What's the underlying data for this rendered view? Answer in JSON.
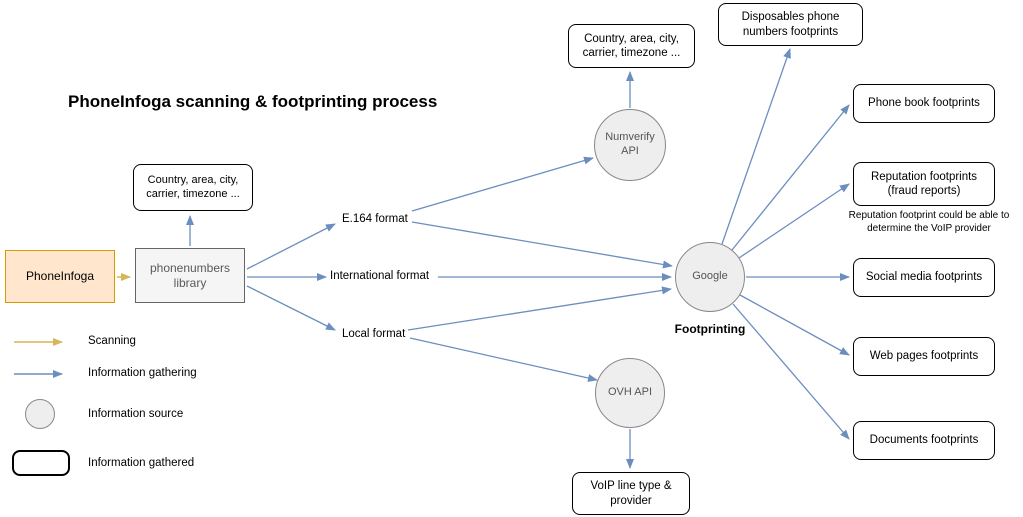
{
  "title": "PhoneInfoga scanning & footprinting process",
  "colors": {
    "arrow_blue": "#6c8ebf",
    "arrow_yellow": "#d6b656",
    "orange_fill": "#ffe6cc",
    "orange_border": "#d79b00",
    "gray_fill": "#f5f5f5",
    "circle_fill": "#eeeeee"
  },
  "nodes": {
    "phoneinfoga": {
      "label": "PhoneInfoga"
    },
    "phonenumbers_library": {
      "label": "phonenumbers library"
    },
    "country_box_left": {
      "label": "Country, area, city, carrier, timezone ..."
    },
    "country_box_top": {
      "label": "Country, area, city, carrier, timezone ..."
    },
    "e164_format": {
      "label": "E.164 format"
    },
    "international_format": {
      "label": "International format"
    },
    "local_format": {
      "label": "Local format"
    },
    "numverify_api": {
      "label": "Numverify API"
    },
    "ovh_api": {
      "label": "OVH API"
    },
    "google": {
      "label": "Google"
    },
    "footprinting": {
      "label": "Footprinting"
    },
    "voip_line": {
      "label": "VoIP line type & provider"
    },
    "disposables": {
      "label": "Disposables phone numbers footprints"
    },
    "phone_book": {
      "label": "Phone book footprints"
    },
    "reputation": {
      "label": "Reputation footprints (fraud reports)"
    },
    "reputation_note": {
      "label": "Reputation footprint could be able to determine the VoIP provider"
    },
    "social_media": {
      "label": "Social media footprints"
    },
    "web_pages": {
      "label": "Web pages footprints"
    },
    "documents": {
      "label": "Documents footprints"
    }
  },
  "legend": {
    "scanning": "Scanning",
    "information_gathering": "Information gathering",
    "information_source": "Information source",
    "information_gathered": "Information gathered"
  }
}
